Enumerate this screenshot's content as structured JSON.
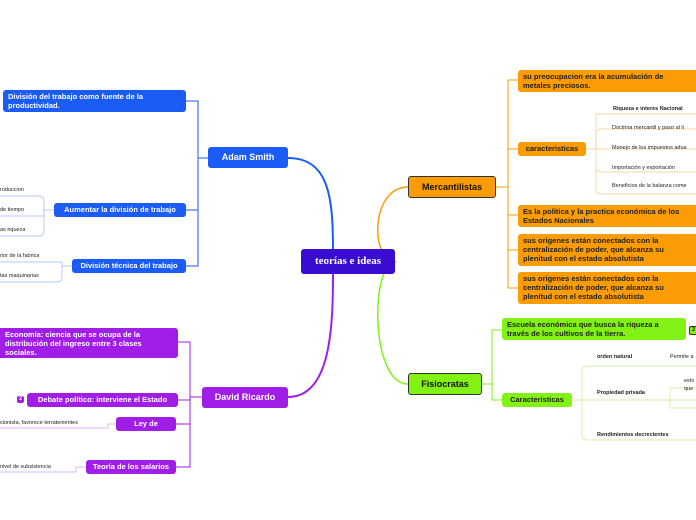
{
  "center": "teorías e ideas",
  "adam_smith": {
    "title": "Adam Smith",
    "division_trabajo": "División del trabajo como fuente de la productividad.",
    "aumentar": "Aumentar la división de trabajo",
    "aumentar_items": [
      "roduccion",
      "de tiempo",
      "as riqueza"
    ],
    "tecnica": "División técnica del trabajo",
    "tecnica_items": [
      "rior de la fabrica",
      "tas maquinarias"
    ]
  },
  "david_ricardo": {
    "title": "David Ricardo",
    "economia": "Economía: ciencia que se ocupa de la distribución del ingreso entre 3 clases sociales.",
    "debate": "Debate político: interviene el Estado",
    "debate_badge": "2",
    "ley_granos": "Ley de granos",
    "ley_granos_item": "cionista, favorece terratenientes",
    "teoria_salarios": "Teoría de los salarios",
    "teoria_salarios_item": "nivel de subsistencia"
  },
  "mercantilistas": {
    "title": "Mercantilistas",
    "preocupacion": "su preocupacion era la acumulación de metales preciosos.",
    "caracteristicas": "caracteristicas",
    "caracteristicas_items": [
      "Riqueza e interes Nacional",
      "Doctrina mercantil y paso al li",
      "Manejo de los impuestos adua",
      "Importación y exportación",
      "Beneficios de la balanza come"
    ],
    "politica": "Es la política y la practica económica de los Estados Nacionales",
    "origenes_1": "sus orígenes están conectados con la centralización de poder, que alcanza su plenitud con el estado absolutista",
    "origenes_2": "sus orígenes están conectados con la centralización de poder, que alcanza su plenitud con el estado absolutista"
  },
  "fisiocratas": {
    "title": "Fisiocratas",
    "escuela": "Escuela económica que busca la riqueza a través de los cultivos de la tierra.",
    "escuela_badge": "2",
    "caracteristicas": "Características",
    "orden_natural": "orden natural",
    "orden_natural_item": "Permite a",
    "propiedad": "Propiedad privada",
    "propiedad_item_1": "esto",
    "propiedad_item_2": "que",
    "rendimientos": "Rendimientos decrecientes"
  },
  "colors": {
    "center": "#3a0bd1",
    "adam_smith": "#1b5bf6",
    "david_ricardo": "#a01ee6",
    "mercantilistas": "#fb9c05",
    "fisiocratas": "#82f215"
  }
}
